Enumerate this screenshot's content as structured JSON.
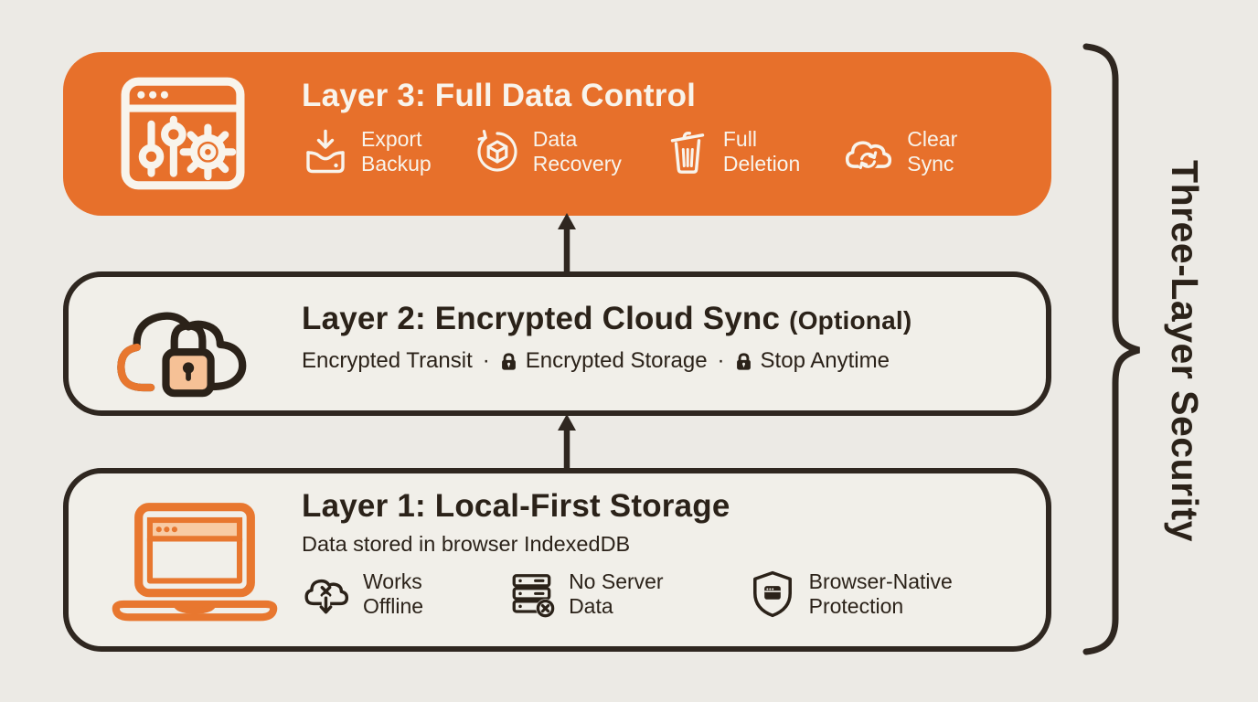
{
  "colors": {
    "background": "#ECEAE5",
    "panel": "#F1EFE9",
    "accent_orange": "#E7702B",
    "dark_brown": "#2F2720",
    "on_accent": "#F8F4EC",
    "peach": "#F6C196"
  },
  "side_label": "Three-Layer Security",
  "layer3": {
    "title": "Layer 3: Full Data Control",
    "features": [
      {
        "icon": "export-backup-icon",
        "line1": "Export",
        "line2": "Backup"
      },
      {
        "icon": "data-recovery-icon",
        "line1": "Data",
        "line2": "Recovery"
      },
      {
        "icon": "full-deletion-icon",
        "line1": "Full",
        "line2": "Deletion"
      },
      {
        "icon": "clear-sync-icon",
        "line1": "Clear",
        "line2": "Sync"
      }
    ]
  },
  "layer2": {
    "title": "Layer 2: Encrypted Cloud Sync",
    "title_note": "(Optional)",
    "subtitle": {
      "part1": "Encrypted Transit",
      "separator": "·",
      "part2": "Encrypted Storage",
      "part3": "Stop Anytime"
    }
  },
  "layer1": {
    "title": "Layer 1: Local-First Storage",
    "subtitle": "Data stored in browser IndexedDB",
    "features": [
      {
        "icon": "works-offline-icon",
        "line1": "Works",
        "line2": "Offline"
      },
      {
        "icon": "no-server-data-icon",
        "line1": "No Server",
        "line2": "Data"
      },
      {
        "icon": "browser-native-protection-icon",
        "line1": "Browser-Native",
        "line2": "Protection"
      }
    ]
  }
}
